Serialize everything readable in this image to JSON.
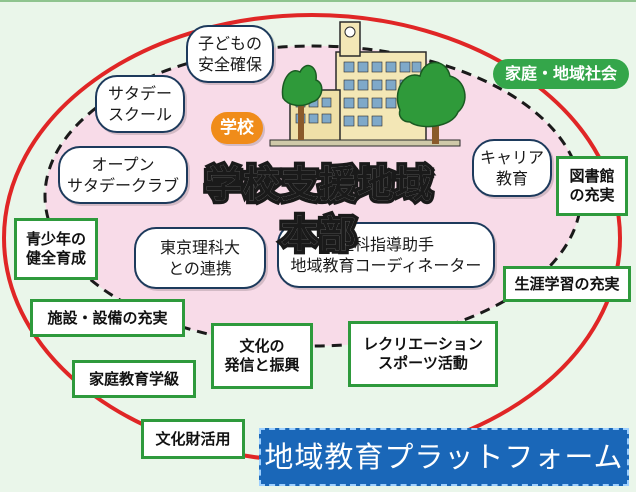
{
  "center_title": "学校支援地域本部",
  "school_label": "学校",
  "community_label": "家庭・地域社会",
  "platform_label": "地域教育プラットフォーム",
  "bubbles": {
    "kodomo": [
      "子どもの",
      "安全確保"
    ],
    "saturday_school": [
      "サタデー",
      "スクール"
    ],
    "open_saturday": [
      "オープン",
      "サタデークラブ"
    ],
    "career": [
      "キャリア",
      "教育"
    ],
    "tus": [
      "東京理科大",
      "との連携"
    ],
    "science": [
      "理科指導助手",
      "地域教育コーディネーター"
    ]
  },
  "outer_items": {
    "library": [
      "図書館",
      "の充実"
    ],
    "youth": [
      "青少年の",
      "健全育成"
    ],
    "lifelong": [
      "生涯学習の充実"
    ],
    "facilities": [
      "施設・設備の充実"
    ],
    "culture": [
      "文化の",
      "発信と振興"
    ],
    "recreation": [
      "レクリエーション",
      "スポーツ活動"
    ],
    "family": [
      "家庭教育学級"
    ],
    "heritage": [
      "文化財活用"
    ]
  },
  "colors": {
    "background": "#eaf6ea",
    "ellipse_fill": "#f8dbe8",
    "outer_ring": "#e02626",
    "green_border": "#2e9a3c",
    "platform_blue": "#1a67b8",
    "school_orange": "#f08c1a"
  },
  "icons": [
    "school-building-illustration",
    "tree-illustration"
  ]
}
